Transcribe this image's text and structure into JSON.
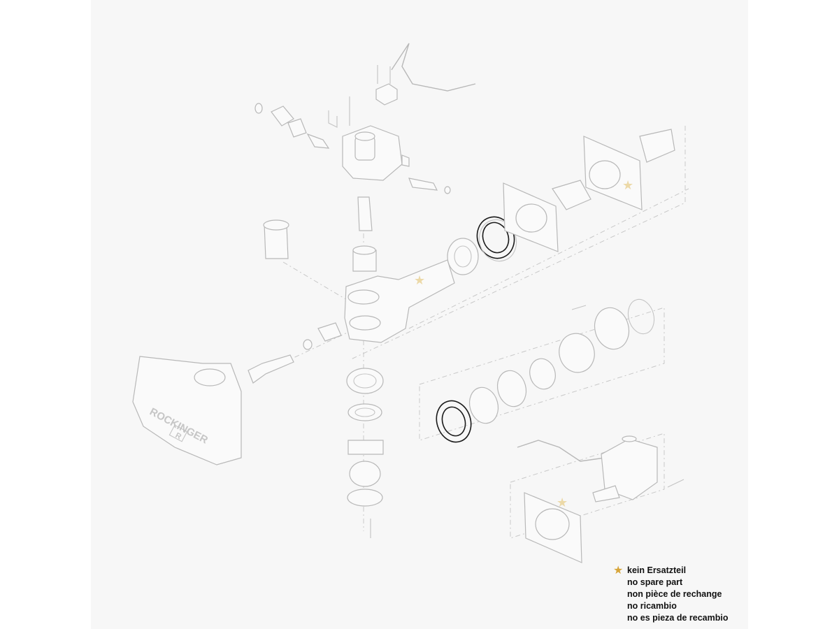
{
  "diagram": {
    "brand_text": "ROCKINGER",
    "brand_badge": "R"
  },
  "legend": {
    "star_color": "#d7a53a",
    "entries": [
      "kein Ersatzteil",
      "no spare part",
      "non pièce de rechange",
      "no ricambio",
      "no es pieza de recambio"
    ]
  }
}
